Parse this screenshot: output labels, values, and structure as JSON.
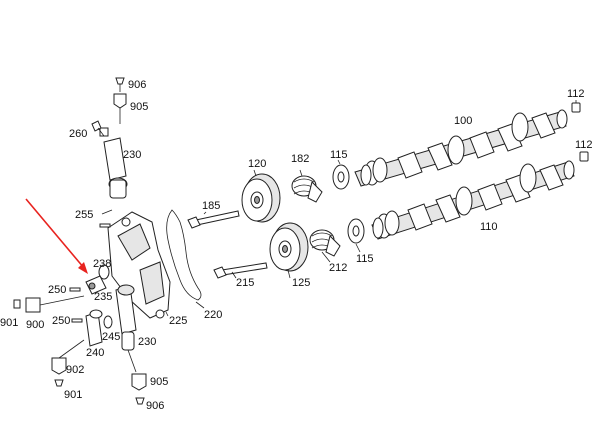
{
  "diagram": {
    "labels": [
      {
        "id": "l906a",
        "text": "906"
      },
      {
        "id": "l905a",
        "text": "905"
      },
      {
        "id": "l260",
        "text": "260"
      },
      {
        "id": "l230a",
        "text": "230"
      },
      {
        "id": "l255",
        "text": "255"
      },
      {
        "id": "l185",
        "text": "185"
      },
      {
        "id": "l120",
        "text": "120"
      },
      {
        "id": "l182",
        "text": "182"
      },
      {
        "id": "l115a",
        "text": "115"
      },
      {
        "id": "l100",
        "text": "100"
      },
      {
        "id": "l112a",
        "text": "112"
      },
      {
        "id": "l112b",
        "text": "112"
      },
      {
        "id": "l110",
        "text": "110"
      },
      {
        "id": "l115b",
        "text": "115"
      },
      {
        "id": "l212",
        "text": "212"
      },
      {
        "id": "l125",
        "text": "125"
      },
      {
        "id": "l215",
        "text": "215"
      },
      {
        "id": "l220",
        "text": "220"
      },
      {
        "id": "l225",
        "text": "225"
      },
      {
        "id": "l238",
        "text": "238"
      },
      {
        "id": "l250a",
        "text": "250"
      },
      {
        "id": "l235",
        "text": "235"
      },
      {
        "id": "l901a",
        "text": "901"
      },
      {
        "id": "l900",
        "text": "900"
      },
      {
        "id": "l250b",
        "text": "250"
      },
      {
        "id": "l245",
        "text": "245"
      },
      {
        "id": "l240",
        "text": "240"
      },
      {
        "id": "l230b",
        "text": "230"
      },
      {
        "id": "l902",
        "text": "902"
      },
      {
        "id": "l901b",
        "text": "901"
      },
      {
        "id": "l905b",
        "text": "905"
      },
      {
        "id": "l906b",
        "text": "906"
      }
    ],
    "colors": {
      "arrow": "#e8231f",
      "line": "#222222"
    }
  }
}
